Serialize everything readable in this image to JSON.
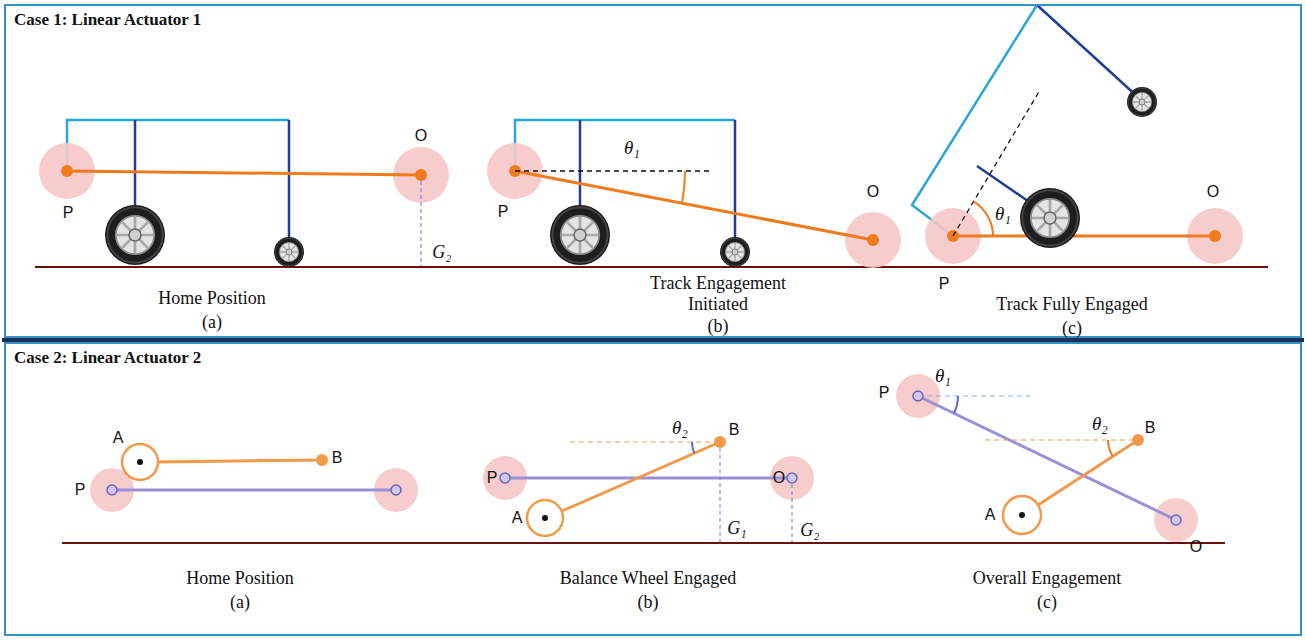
{
  "diagram": {
    "nodes": [
      {
        "text": [
          "Case 1: Linear Actuator 1"
        ]
      },
      {
        "text": [
          "Case 2: Linear Actuator 2"
        ]
      }
    ],
    "labels": [
      "O",
      "P",
      "G₂",
      "Home Position",
      "(a)",
      "θ₁",
      "P",
      "O",
      "Track Engagement Initiated",
      "(b)",
      "θ₁",
      "O",
      "P",
      "Track Fully Engaged",
      "(c)",
      "A",
      "B",
      "P",
      "Home Position",
      "(a)",
      "P",
      "B",
      "θ₂",
      "O",
      "A",
      "G₁",
      "G₂",
      "Balance Wheel Engaged",
      "(b)",
      "θ₁",
      "P",
      "θ₂",
      "B",
      "A",
      "O",
      "Overall Engagement",
      "(c)"
    ]
  }
}
